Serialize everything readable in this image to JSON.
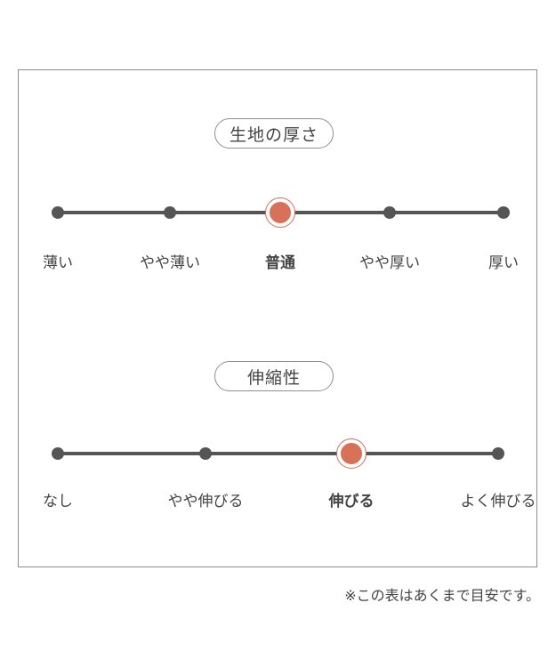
{
  "thickness": {
    "title": "生地の厚さ",
    "labels": [
      "薄い",
      "やや薄い",
      "普通",
      "やや厚い",
      "厚い"
    ],
    "selected": "普通"
  },
  "stretch": {
    "title": "伸縮性",
    "labels": [
      "なし",
      "やや伸びる",
      "伸びる",
      "よく伸びる"
    ],
    "selected": "伸びる"
  },
  "note": "※この表はあくまで目安です。",
  "colors": {
    "accent": "#d77158",
    "line": "#555555",
    "border": "#8c8c8c",
    "text": "#444444"
  }
}
